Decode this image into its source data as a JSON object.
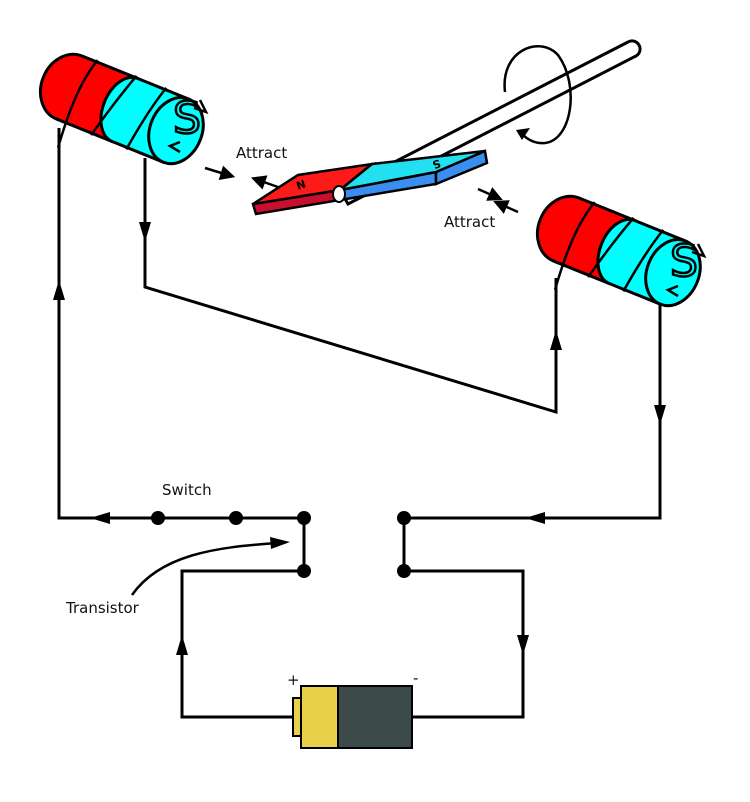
{
  "labels": {
    "attract_left": "Attract",
    "attract_right": "Attract",
    "switch": "Switch",
    "transistor": "Transistor",
    "battery_plus": "+",
    "battery_minus": "-",
    "coil_left_pole": "S",
    "coil_right_pole": "S",
    "magnet_north": "N",
    "magnet_south": "S"
  },
  "colors": {
    "coil_red": "#ff0000",
    "coil_cyan": "#00ffff",
    "magnet_red_top": "#ff1a1a",
    "magnet_red_side": "#c8102e",
    "magnet_cyan_top": "#22e0f0",
    "magnet_blue_side": "#3a8ef0",
    "battery_yellow": "#e8d04a",
    "battery_body": "#3d4a4a",
    "wire": "#000000"
  }
}
